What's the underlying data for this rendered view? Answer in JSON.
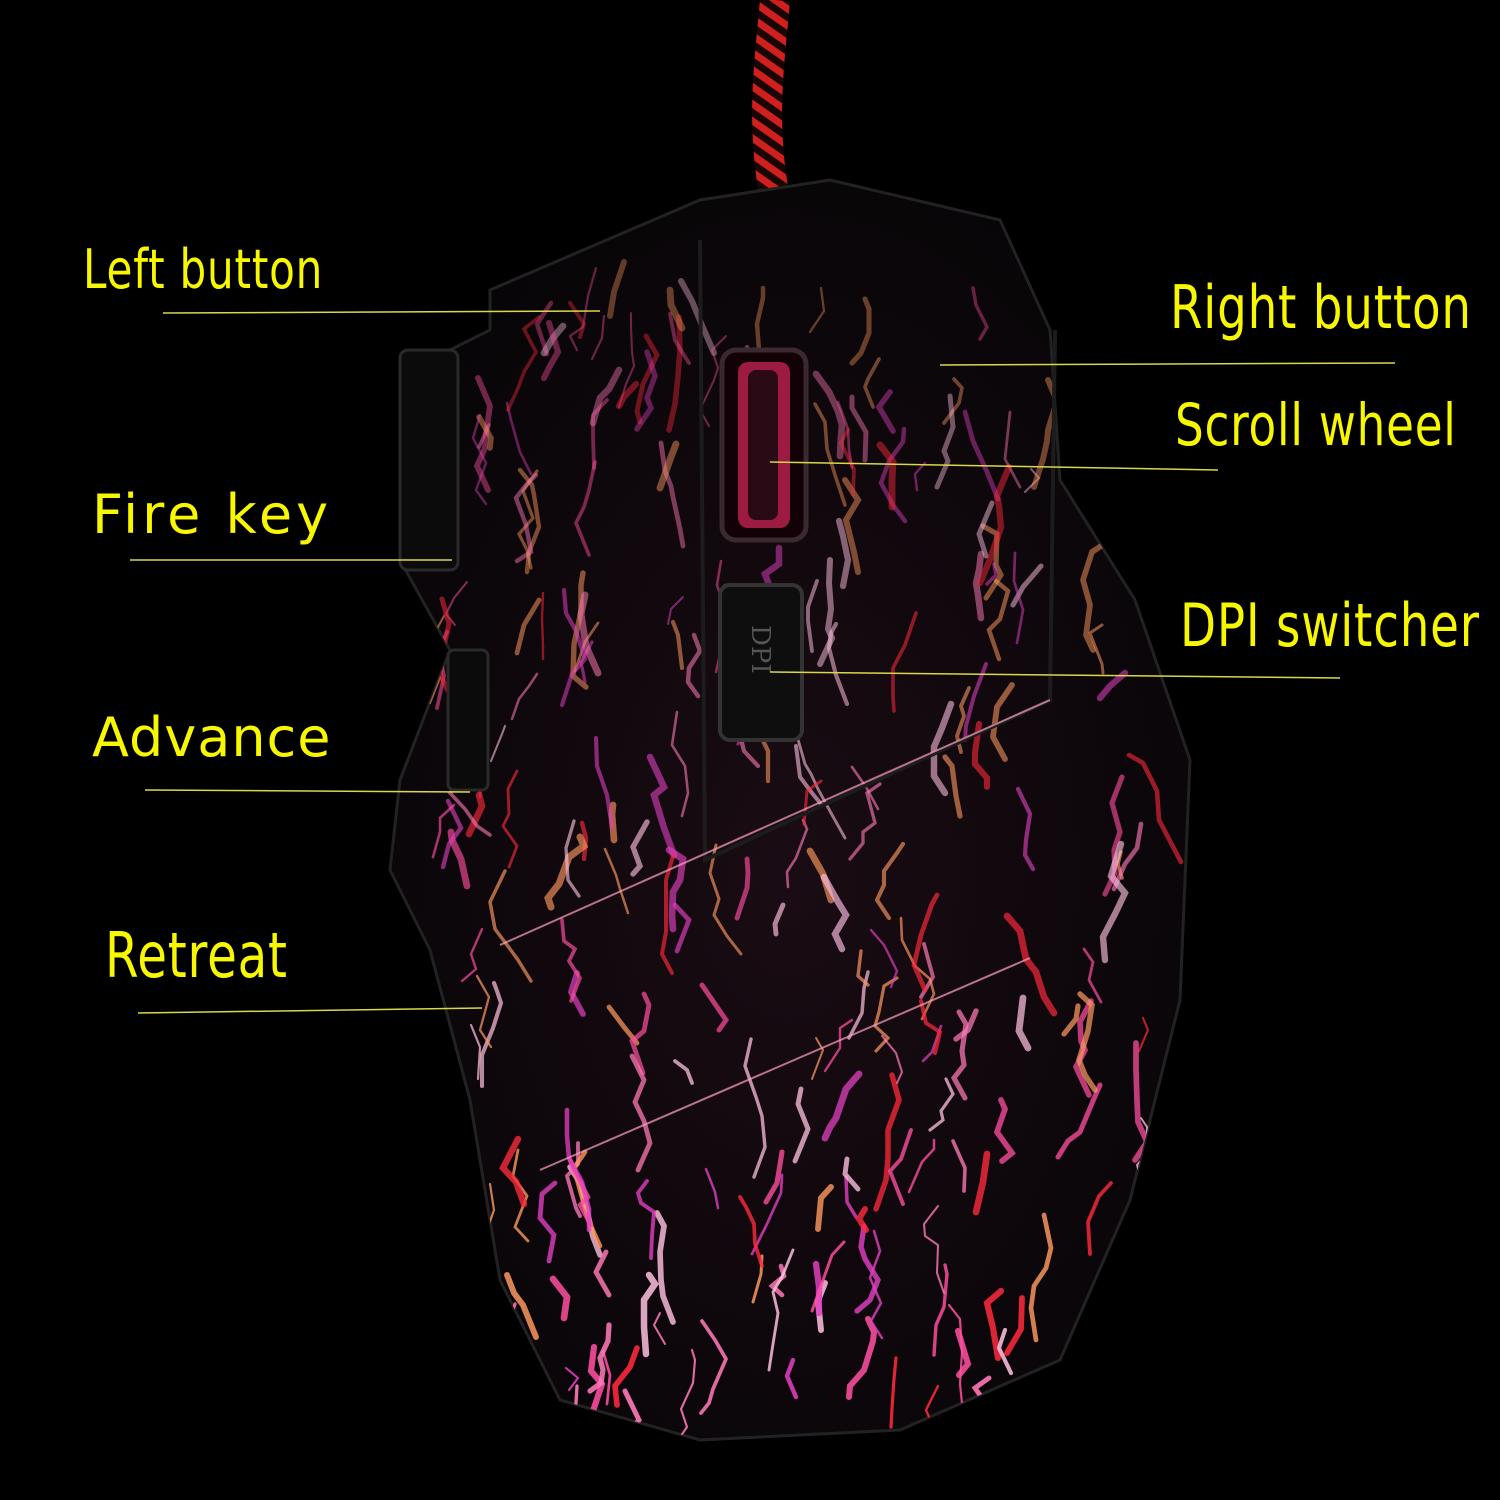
{
  "labels": {
    "left_button": "Left button",
    "right_button": "Right button",
    "scroll_wheel": "Scroll wheel",
    "fire_key": "Fire key",
    "dpi_switcher": "DPI switcher",
    "advance": "Advance",
    "retreat": "Retreat"
  },
  "mouse": {
    "dpi_button_label": "DPI"
  },
  "colors": {
    "background": "#000000",
    "label_text": "#f7f700",
    "leader_line": "#d8d84a",
    "cable_red": "#d0201e",
    "glow_pink": "#ff4fa0",
    "glow_red": "#ff2a3c"
  }
}
